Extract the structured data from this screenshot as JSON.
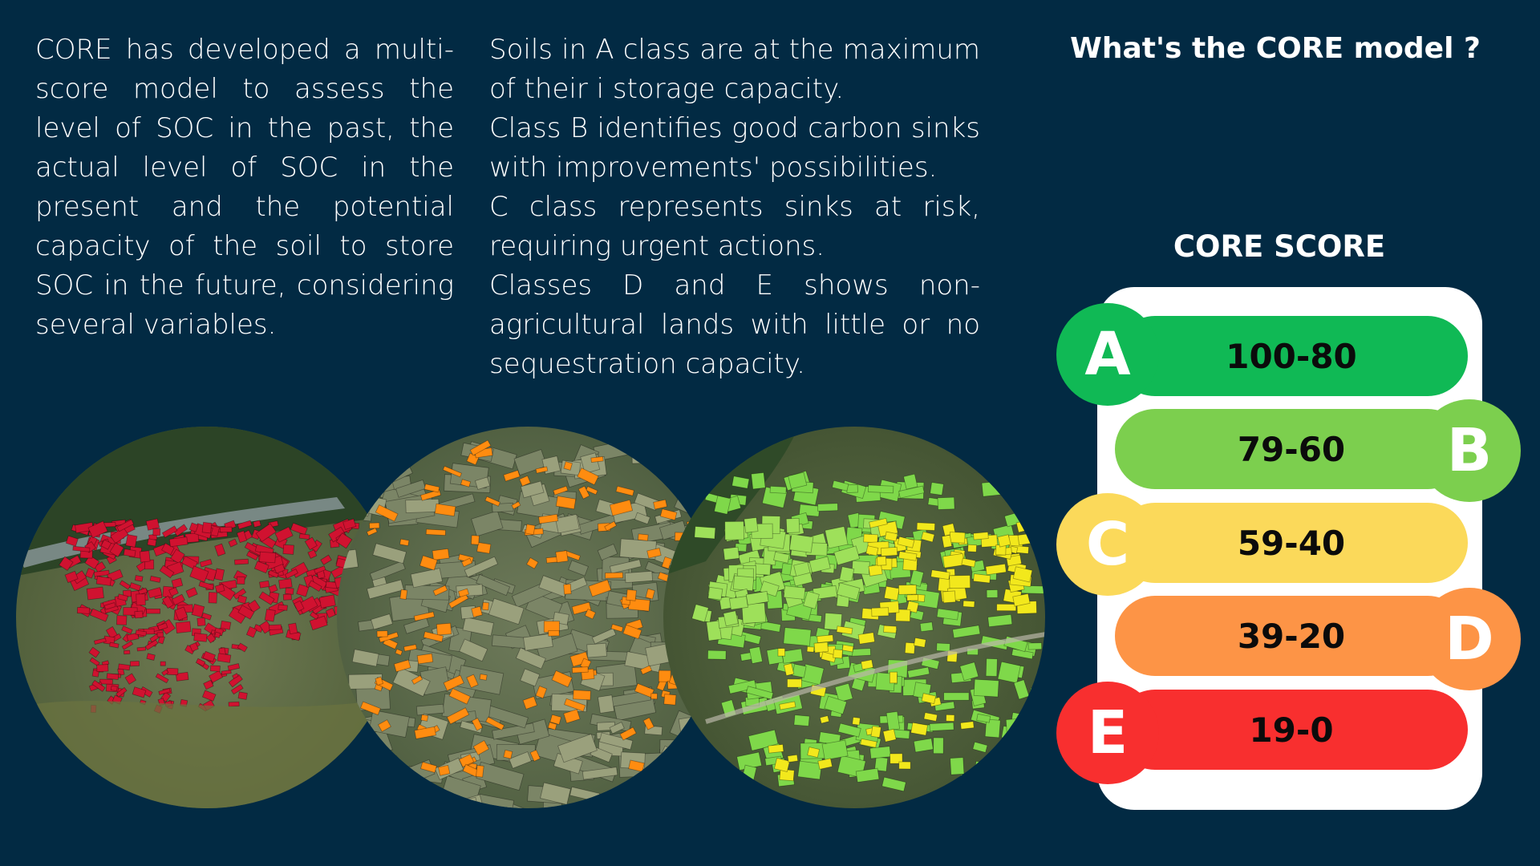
{
  "intro": {
    "paragraph": "CORE has developed a multi-score model to assess the level of SOC in the past, the actual level of SOC in the present and the potential capacity of the soil to store SOC in the future, considering several variables."
  },
  "classes_text": {
    "a": "Soils in A class are at the maximum of their i storage capacity.",
    "b": "Class B identifies good carbon sinks with improvements' possibilities.",
    "c": "C class represents sinks at risk, requiring urgent actions.",
    "de": "Classes D and E shows non-agricultural lands with little or no sequestration capacity."
  },
  "heading": "What's the CORE model ?",
  "score": {
    "title": "CORE SCORE",
    "classes": [
      {
        "letter": "A",
        "range": "100-80",
        "color": "#10b955"
      },
      {
        "letter": "B",
        "range": "79-60",
        "color": "#7ccf4e"
      },
      {
        "letter": "C",
        "range": "59-40",
        "color": "#fbd95a"
      },
      {
        "letter": "D",
        "range": "39-20",
        "color": "#fd9446"
      },
      {
        "letter": "E",
        "range": "19-0",
        "color": "#f82f2f"
      }
    ]
  },
  "maps": [
    {
      "name": "map-red-parcels",
      "highlight": "#d01230"
    },
    {
      "name": "map-orange-parcels",
      "highlight": "#ff8c10"
    },
    {
      "name": "map-green-yellow-parcels",
      "highlight": "#7fd84a"
    }
  ]
}
